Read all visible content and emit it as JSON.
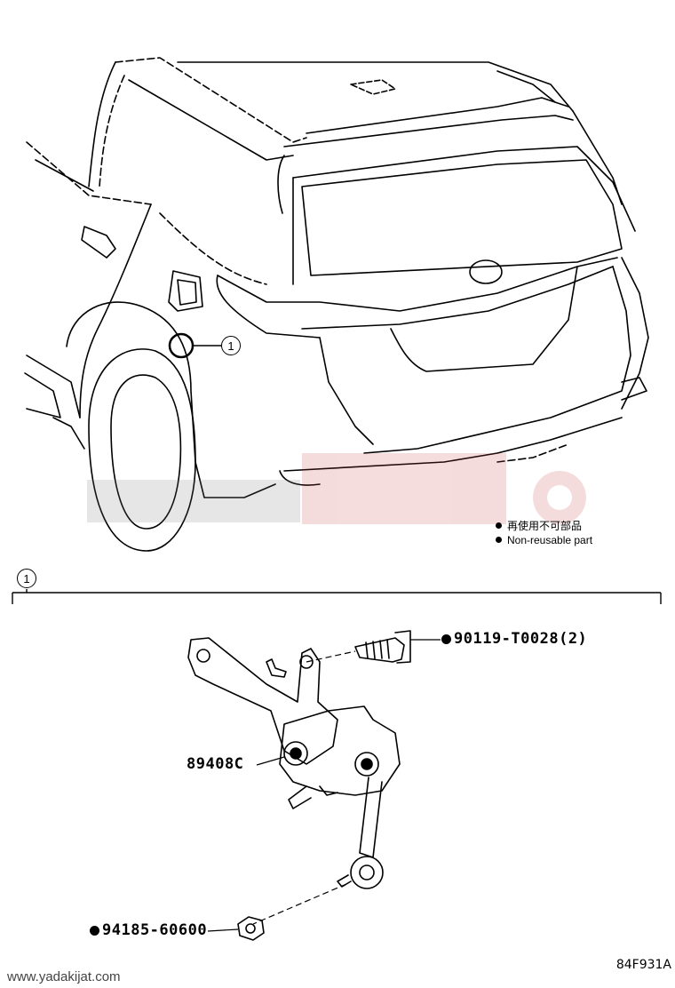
{
  "callout_number": "1",
  "legend": {
    "line1": "再使用不可部品",
    "line2": "Non-reusable part"
  },
  "parts": {
    "bolt": "90119-T0028(2)",
    "sensor": "89408C",
    "nut": "94185-60600"
  },
  "watermark": {
    "site": "www.yadakijat.com"
  },
  "diagram_code": "84F931A"
}
